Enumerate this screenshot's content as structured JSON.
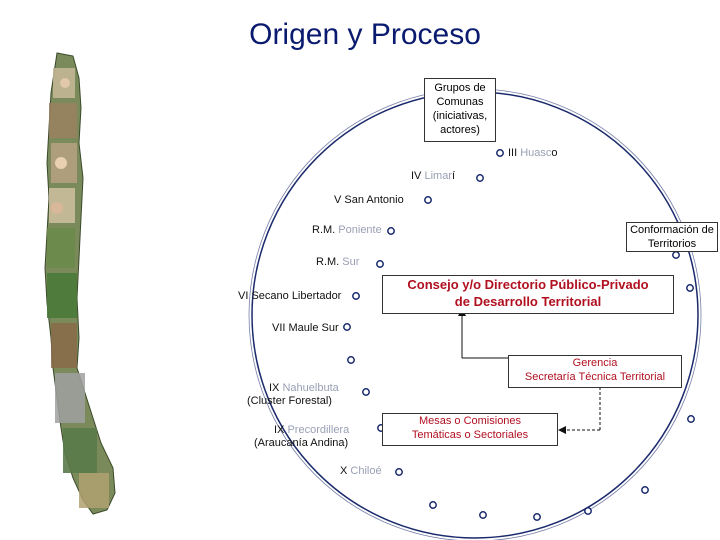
{
  "title": "Origen y Proceso",
  "groups_box": {
    "lines": [
      "Grupos de",
      "Comunas",
      "(iniciativas,",
      "actores)"
    ]
  },
  "territories": [
    {
      "prefix": "III",
      "name": "Huasc",
      "suffix": "o"
    },
    {
      "prefix": "IV",
      "name": "Limar",
      "suffix": "í"
    },
    {
      "prefix": "V San Antonio",
      "name": "",
      "suffix": ""
    },
    {
      "prefix": "R.M.",
      "name": "Poniente",
      "suffix": ""
    },
    {
      "prefix": "R.M.",
      "name": "Sur",
      "suffix": ""
    },
    {
      "prefix": "VI Secano Libertador",
      "name": "",
      "suffix": ""
    },
    {
      "prefix": "VII Maule Sur",
      "name": "",
      "suffix": ""
    },
    {
      "prefix": "IX",
      "name": "Nahuelbuta",
      "suffix": "",
      "line2": "(Cluster Forestal)"
    },
    {
      "prefix": "IX",
      "name": "Precordillera",
      "suffix": "",
      "line2": "(Araucanía Andina)"
    },
    {
      "prefix": "X",
      "name": "Chiloé",
      "suffix": ""
    }
  ],
  "conformacion": {
    "lines": [
      "Conformación de",
      "Territorios"
    ]
  },
  "consejo": {
    "lines": [
      "Consejo y/o Directorio Público-Privado",
      "de Desarrollo Territorial"
    ]
  },
  "gerencia": {
    "lines": [
      "Gerencia",
      "Secretaría Técnica Territorial"
    ]
  },
  "mesas": {
    "lines": [
      "Mesas o Comisiones",
      "Temáticas o Sectoriales"
    ]
  },
  "colors": {
    "title": "#0a1a6e",
    "circle": "#1a2a6c",
    "node_fill": "#ffffff",
    "node_stroke": "#1a2a6c",
    "gray_text": "#9aa0b4",
    "red_text": "#b01020",
    "map_green": "#5a8a3a"
  },
  "map": {
    "icon": "chile-map-photo-collage"
  }
}
